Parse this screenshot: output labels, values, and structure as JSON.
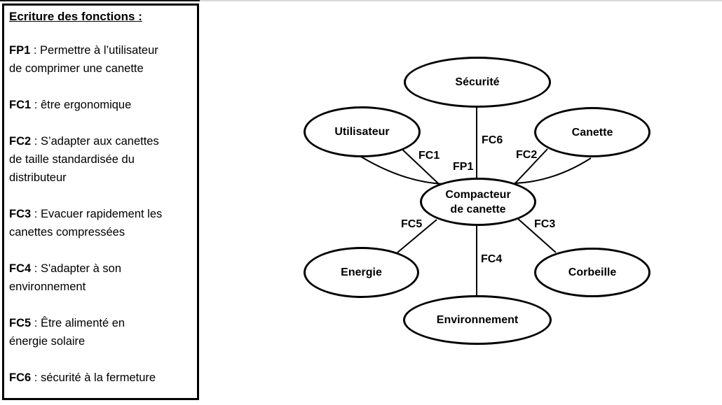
{
  "colors": {
    "ink": "#000000",
    "page_edge_gray": "#d9d9d9",
    "background": "#ffffff"
  },
  "legend": {
    "title": "Ecriture des fonctions :",
    "separator": " : ",
    "items": [
      {
        "code": "FP1",
        "lines": [
          "Permettre à l’utilisateur",
          "de comprimer une canette"
        ]
      },
      {
        "code": "FC1",
        "lines": [
          "être ergonomique"
        ]
      },
      {
        "code": "FC2",
        "lines": [
          "S’adapter aux canettes",
          "de taille standardisée du",
          "distributeur"
        ]
      },
      {
        "code": "FC3",
        "lines": [
          "Evacuer rapidement les",
          "canettes compressées"
        ]
      },
      {
        "code": "FC4",
        "lines": [
          "S'adapter à son",
          "environnement"
        ]
      },
      {
        "code": "FC5",
        "lines": [
          "Être alimenté en",
          "énergie solaire"
        ]
      },
      {
        "code": "FC6",
        "lines": [
          "sécurité à la fermeture"
        ]
      }
    ]
  },
  "diagram": {
    "center_node": {
      "lines": [
        "Compacteur",
        "de canette"
      ]
    },
    "nodes": {
      "securite": "Sécurité",
      "utilisateur": "Utilisateur",
      "canette": "Canette",
      "energie": "Energie",
      "environnement": "Environnement",
      "corbeille": "Corbeille"
    },
    "link_labels": {
      "fp1": "FP1",
      "fc1": "FC1",
      "fc2": "FC2",
      "fc3": "FC3",
      "fc4": "FC4",
      "fc5": "FC5",
      "fc6": "FC6"
    }
  }
}
